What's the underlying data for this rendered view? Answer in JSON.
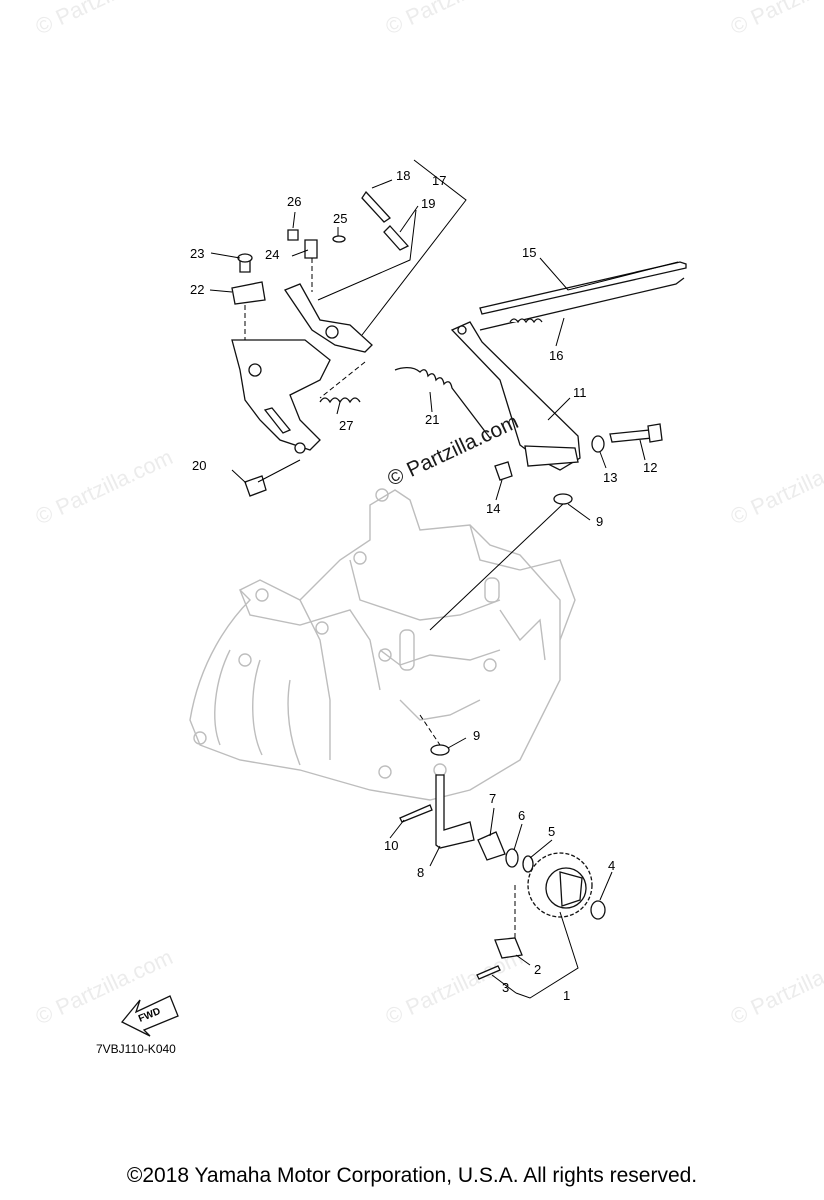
{
  "watermark": "© Partzilla.com",
  "center_watermark": "© Partzilla.com",
  "diagram_code": "7VBJ110-K040",
  "fwd_label": "FWD",
  "copyright": "©2018  Yamaha Motor Corporation, U.S.A. All rights reserved.",
  "callouts": [
    "1",
    "2",
    "3",
    "4",
    "5",
    "6",
    "7",
    "8",
    "9",
    "9",
    "10",
    "11",
    "12",
    "13",
    "14",
    "15",
    "16",
    "17",
    "18",
    "19",
    "20",
    "21",
    "22",
    "23",
    "24",
    "25",
    "26",
    "27"
  ]
}
